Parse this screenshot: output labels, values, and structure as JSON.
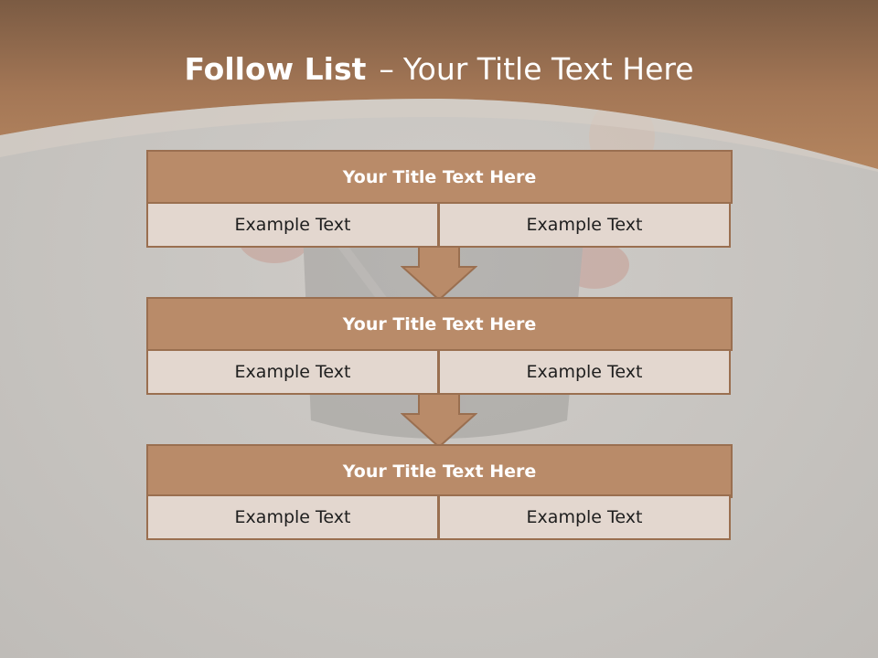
{
  "slide": {
    "title_bold": "Follow List",
    "title_separator": "–",
    "title_rest": "Your Title Text Here"
  },
  "blocks": [
    {
      "header": "Your Title Text Here",
      "left_text": "Example Text",
      "right_text": "Example Text"
    },
    {
      "header": "Your Title Text Here",
      "left_text": "Example Text",
      "right_text": "Example Text"
    },
    {
      "header": "Your Title Text Here",
      "left_text": "Example Text",
      "right_text": "Example Text"
    }
  ],
  "colors": {
    "header_fill": "#b98b69",
    "header_border": "#9a6f50",
    "cell_fill": "#e3d7cf",
    "top_band": "#a87a58",
    "background": "#c9c6c2"
  },
  "icons": {
    "connector": "down-arrow-icon"
  }
}
